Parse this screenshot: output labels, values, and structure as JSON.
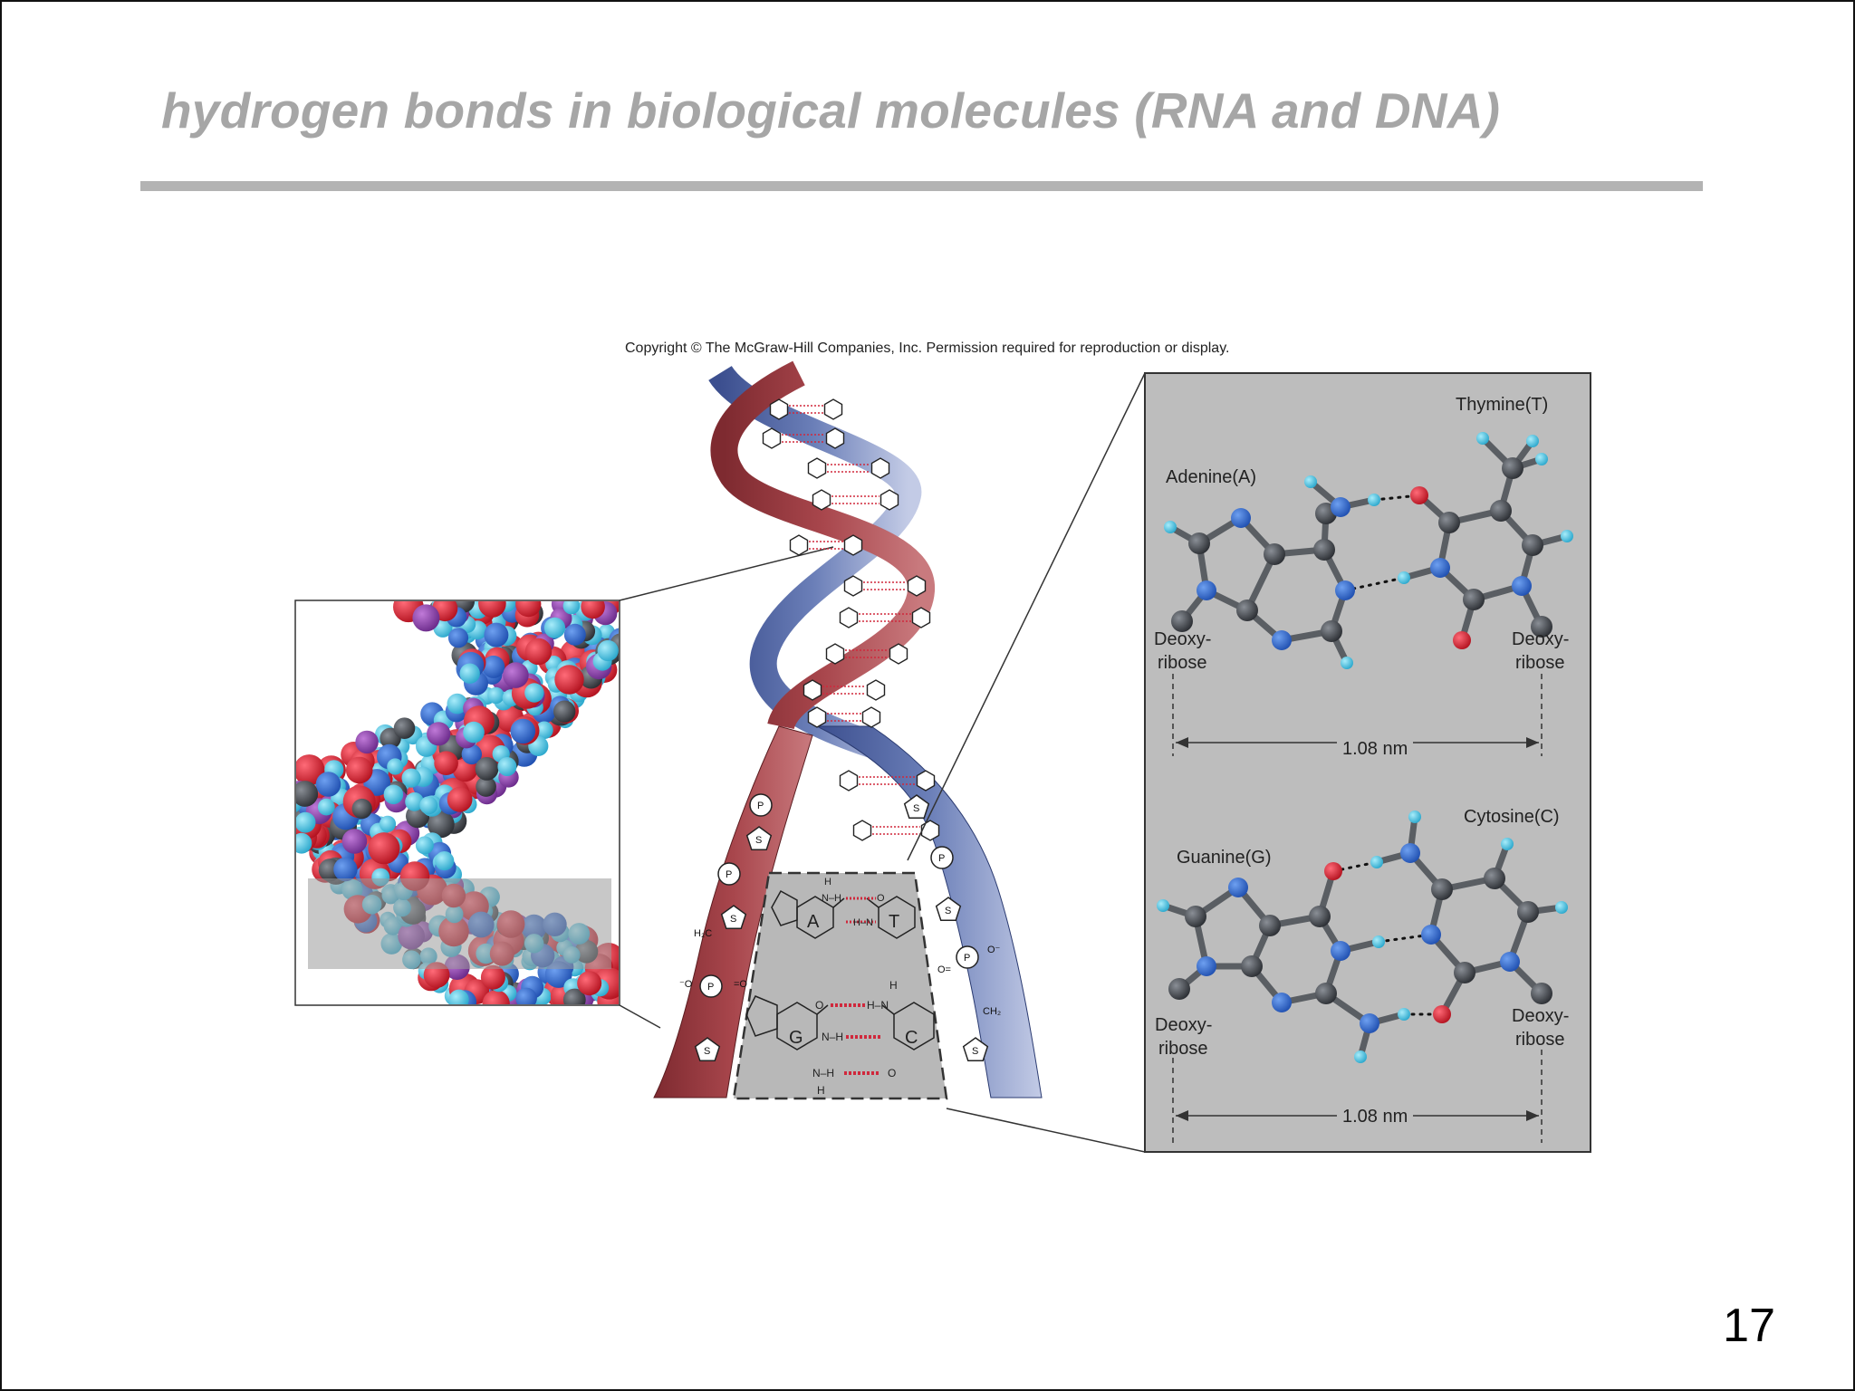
{
  "slide": {
    "title": "hydrogen bonds in biological molecules (RNA and DNA)",
    "page_number": "17",
    "copyright": "Copyright © The McGraw-Hill Companies, Inc. Permission required for reproduction or display."
  },
  "colors": {
    "title": "#a6a6a6",
    "rule": "#b3b3b3",
    "strand_red": "#9b3a3f",
    "strand_blue": "#5b6fa8",
    "panel_gray": "#bdbdbd",
    "hbond_red": "#d0283c",
    "atom_carbon": "#3b3f44",
    "atom_nitrogen": "#2a63c8",
    "atom_oxygen": "#d32030",
    "atom_hydrogen": "#47c6e6"
  },
  "helix_labels": {
    "sugar": "S",
    "phosphate": "P",
    "adenine": "A",
    "thymine": "T",
    "guanine": "G",
    "cytosine": "C",
    "ch2": "CH₂",
    "h2c": "H₂C",
    "oxygen": "O",
    "hydrogen": "H",
    "nitrogen_h": "N–H",
    "h_nitrogen": "H–N",
    "o_minus": "O⁻",
    "minus_o": "⁻O",
    "o_equals": "=O",
    "equals_o": "O="
  },
  "base_pair_panel": {
    "adenine": "Adenine(A)",
    "thymine": "Thymine(T)",
    "guanine": "Guanine(G)",
    "cytosine": "Cytosine(C)",
    "deoxy": "Deoxy-",
    "ribose": "ribose",
    "distance": "1.08 nm"
  }
}
